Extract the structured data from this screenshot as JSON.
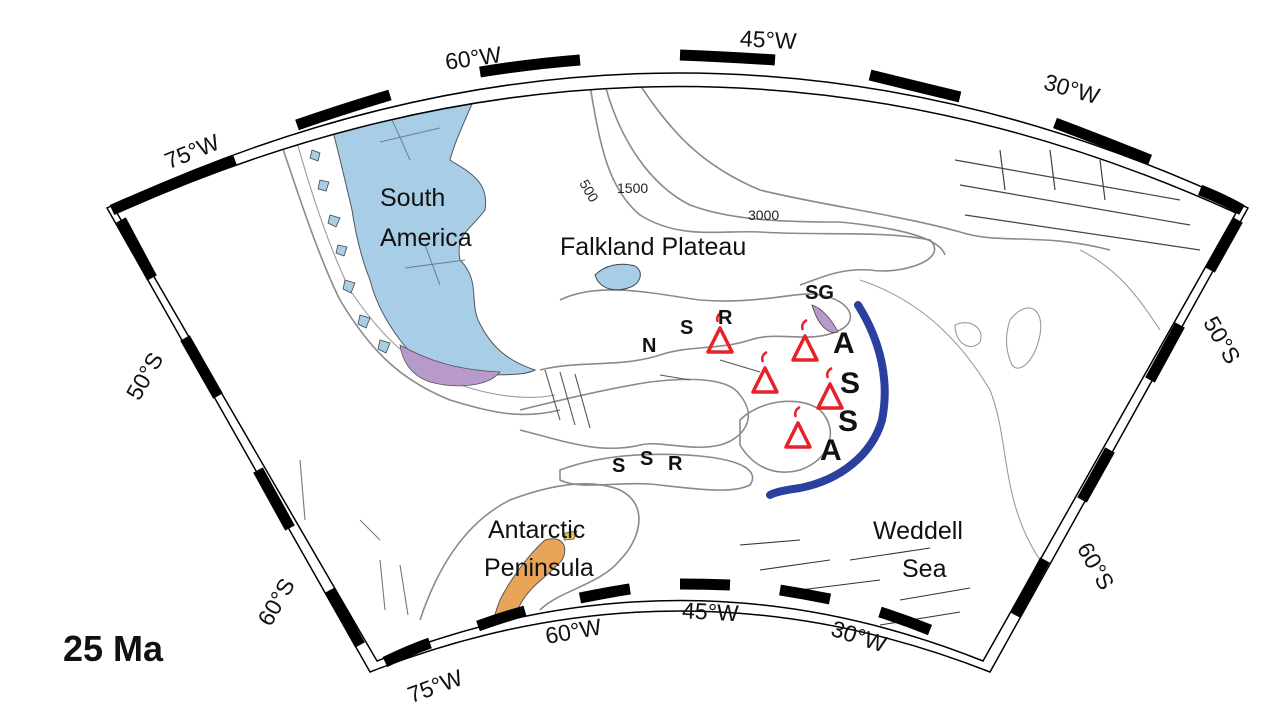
{
  "map": {
    "age_label": "25 Ma",
    "top_axis_labels": [
      "75°W",
      "60°W",
      "45°W",
      "30°W"
    ],
    "bottom_axis_labels": [
      "75°W",
      "60°W",
      "45°W",
      "30°W"
    ],
    "left_axis_labels": [
      "50°S",
      "60°S"
    ],
    "right_axis_labels": [
      "50°S",
      "60°S"
    ],
    "regions": {
      "south_america": [
        "South",
        "America"
      ],
      "falkland_plateau": "Falkland Plateau",
      "antarctic_peninsula": [
        "Antarctic",
        "Peninsula"
      ],
      "weddell_sea": [
        "Weddell",
        "Sea"
      ]
    },
    "contour_labels": [
      "500",
      "1500",
      "3000"
    ],
    "ridge_codes": {
      "nsr": [
        "N",
        "S",
        "R"
      ],
      "ssr": [
        "S",
        "S",
        "R"
      ],
      "sg": "SG",
      "asa": [
        "A",
        "S",
        "S",
        "A"
      ]
    },
    "colors": {
      "south_america_land": "#a8cde6",
      "antarctic_peninsula_land": "#e8a55a",
      "purple_terrane": "#b79ac9",
      "volcano_symbol": "#e8202a",
      "trench_line": "#2a3f9e",
      "frame_black": "#000000",
      "contour_gray": "#8a8a8a"
    },
    "volcano_count": 5
  }
}
